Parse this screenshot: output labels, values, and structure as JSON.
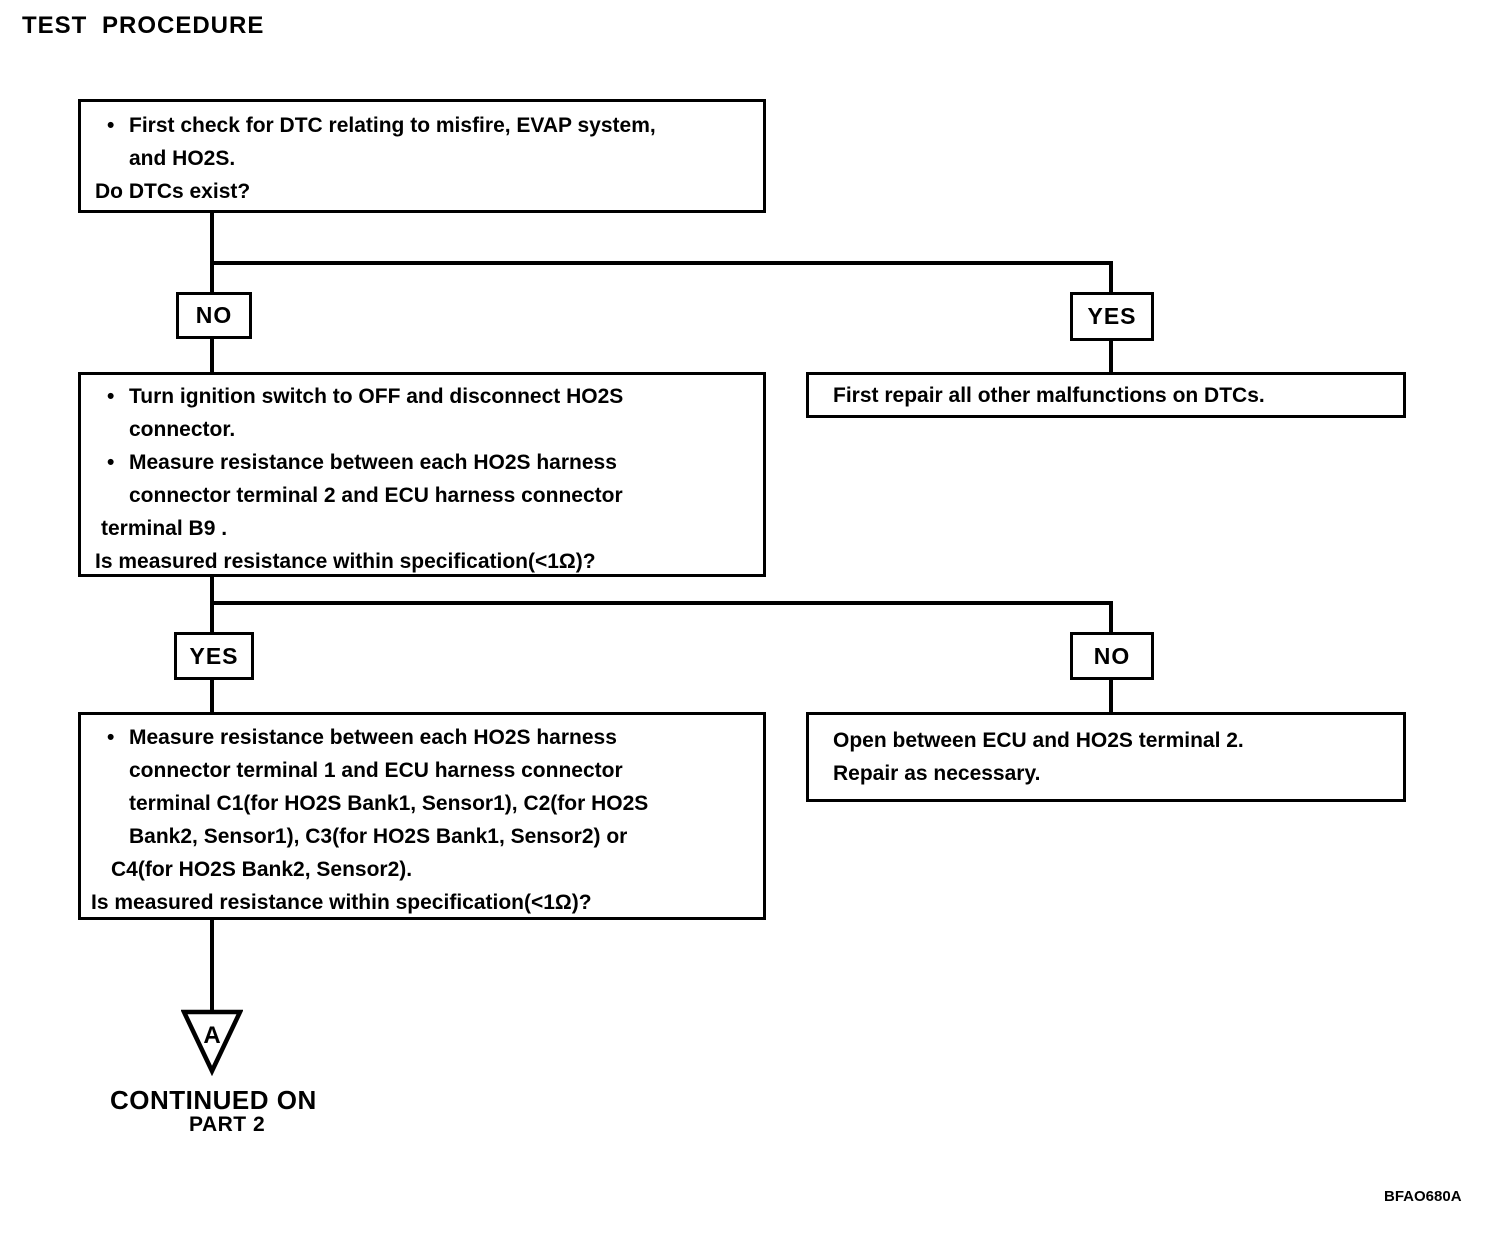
{
  "page": {
    "title": "TEST PROCEDURE",
    "figure_code": "BFAO680A"
  },
  "glyphs": {
    "bullet": "•"
  },
  "colors": {
    "ink": "#000000",
    "paper": "#ffffff"
  },
  "flowchart": {
    "decision1": {
      "bullet1a": "First check for DTC relating to misfire, EVAP system,",
      "bullet1b": "and HO2S.",
      "question": "Do DTCs exist?"
    },
    "branch1": {
      "no": "NO",
      "yes": "YES"
    },
    "action_yes1": {
      "line1": "First repair all other malfunctions on DTCs."
    },
    "decision2": {
      "bullet1a": "Turn ignition switch to OFF and disconnect HO2S",
      "bullet1b": "connector.",
      "bullet2a": "Measure resistance between each HO2S harness",
      "bullet2b": "connector terminal 2 and ECU harness connector",
      "bullet2c": "terminal B9 .",
      "question": "Is measured resistance within specification(<1Ω)?"
    },
    "branch2": {
      "yes": "YES",
      "no": "NO"
    },
    "action_no2": {
      "line1": "Open between ECU and HO2S terminal 2.",
      "line2": "Repair as necessary."
    },
    "decision3": {
      "bullet1a": "Measure resistance between each HO2S harness",
      "bullet1b": "connector terminal 1 and ECU harness connector",
      "bullet1c": "terminal C1(for HO2S Bank1, Sensor1), C2(for HO2S",
      "bullet1d": "Bank2, Sensor1), C3(for HO2S Bank1, Sensor2) or",
      "bullet1e": "C4(for HO2S Bank2, Sensor2).",
      "question": "Is measured resistance within specification(<1Ω)?"
    },
    "continuation": {
      "connector_letter": "A",
      "caption_line1": "CONTINUED ON",
      "caption_line2": "PART 2"
    }
  }
}
